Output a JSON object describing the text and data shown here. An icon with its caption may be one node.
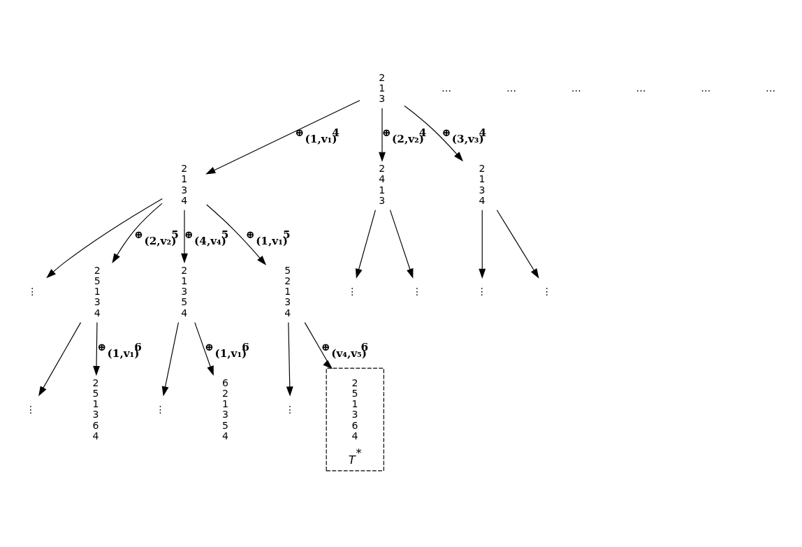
{
  "diagram": {
    "nodes": [
      {
        "text": [
          "2",
          "1",
          "3"
        ]
      },
      {
        "text": [
          "2",
          "1",
          "3",
          "4"
        ]
      },
      {
        "text": [
          "2",
          "4",
          "1",
          "3"
        ]
      },
      {
        "text": [
          "2",
          "1",
          "3",
          "4"
        ]
      },
      {
        "text": [
          "⋮"
        ]
      },
      {
        "text": [
          "⋮"
        ]
      },
      {
        "text": [
          "⋮"
        ]
      },
      {
        "text": [
          "⋮"
        ]
      },
      {
        "text": [
          "⋮"
        ]
      },
      {
        "text": [
          "2",
          "5",
          "1",
          "3",
          "4"
        ]
      },
      {
        "text": [
          "2",
          "1",
          "3",
          "5",
          "4"
        ]
      },
      {
        "text": [
          "5",
          "2",
          "1",
          "3",
          "4"
        ]
      },
      {
        "text": [
          "⋮"
        ]
      },
      {
        "text": [
          "2",
          "5",
          "1",
          "3",
          "6",
          "4"
        ]
      },
      {
        "text": [
          "⋮"
        ]
      },
      {
        "text": [
          "6",
          "2",
          "1",
          "3",
          "5",
          "4"
        ]
      },
      {
        "text": [
          "⋮"
        ]
      },
      {
        "text": [],
        "shape": "box",
        "beside": [
          "T$^{*}$"
        ]
      },
      {
        "text": [
          "2",
          "5",
          "1",
          "3",
          "6",
          "4"
        ],
        "in": 17
      }
    ],
    "edges": [
      {
        "from": 0,
        "to": 1,
        "arrow": "to",
        "label": "⊕$_{(1,v₁)}$4"
      },
      {
        "from": 0,
        "to": 2,
        "arrow": "to",
        "label": "⊕$_{(2,v₂)}$4"
      },
      {
        "from": 0,
        "to": 3,
        "arrow": "to",
        "label": "⊕$_{(3,v₃)}$4"
      },
      {
        "from": 1,
        "to": 9,
        "arrow": "to",
        "label": "⊕$_{(2,v₂)}$5"
      },
      {
        "from": 1,
        "to": 10,
        "arrow": "to",
        "label": "⊕$_{(4,v₄)}$5"
      },
      {
        "from": 1,
        "to": 11,
        "arrow": "to",
        "label": "⊕$_{(1,v₁)}$5"
      },
      {
        "from": 1,
        "to": 4,
        "arrow": "to"
      },
      {
        "from": 2,
        "to": 5,
        "arrow": "to"
      },
      {
        "from": 2,
        "to": 6,
        "arrow": "to"
      },
      {
        "from": 3,
        "to": 7,
        "arrow": "to"
      },
      {
        "from": 3,
        "to": 8,
        "arrow": "to"
      },
      {
        "from": 9,
        "to": 12,
        "arrow": "to"
      },
      {
        "from": 9,
        "to": 13,
        "arrow": "to",
        "label": "⊕$_{(1,v₁)}$6"
      },
      {
        "from": 10,
        "to": 14,
        "arrow": "to"
      },
      {
        "from": 10,
        "to": 15,
        "arrow": "to",
        "label": "⊕$_{(1,v₁)}$6"
      },
      {
        "from": 11,
        "to": 16,
        "arrow": "to"
      },
      {
        "from": 11,
        "to": 17,
        "arrow": "to",
        "label": "⊕$_{(v₄,v₅)}$6"
      }
    ],
    "labels": [
      "…",
      "…",
      "…",
      "…",
      "…",
      "…"
    ]
  }
}
